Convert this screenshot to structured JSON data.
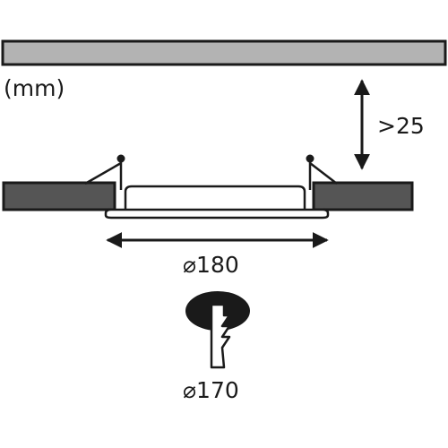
{
  "units_label": "(mm)",
  "ceiling_gap_label": ">25",
  "outer_diameter_label": "⌀180",
  "cutout_diameter_label": "⌀170",
  "colors": {
    "line": "#1a1a1a",
    "ceiling_fill": "#b3b3b3",
    "panel_fill": "#555555",
    "background": "#ffffff"
  }
}
